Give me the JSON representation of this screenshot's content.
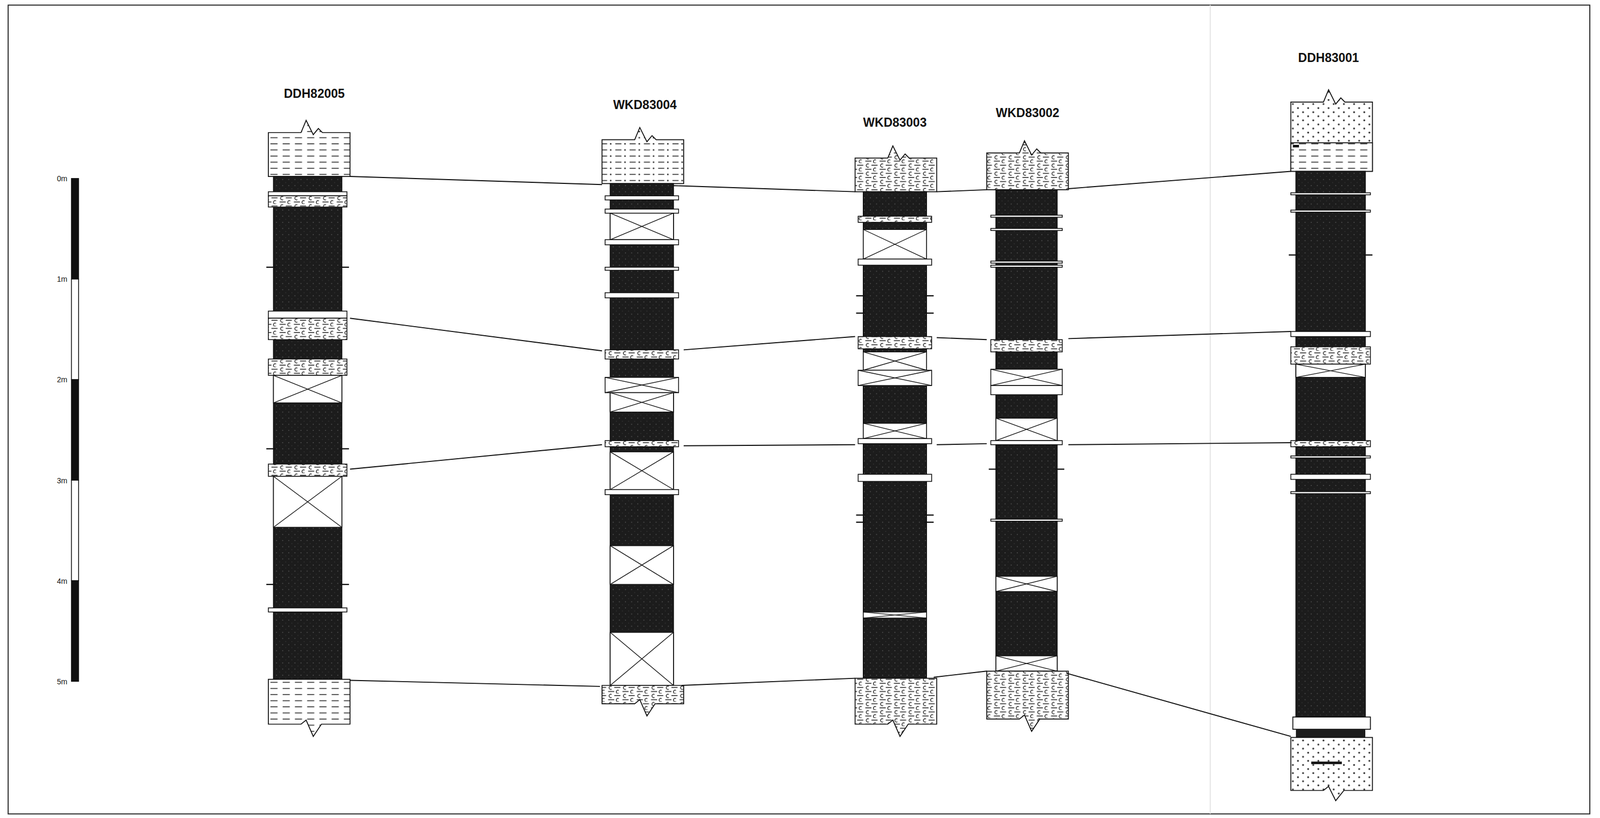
{
  "diagram": {
    "labels": [
      "DDH82005",
      "WKD83004",
      "WKD83003",
      "WKD83002",
      "DDH83001",
      "0m",
      "1m",
      "2m",
      "3m",
      "4m",
      "5m"
    ]
  }
}
